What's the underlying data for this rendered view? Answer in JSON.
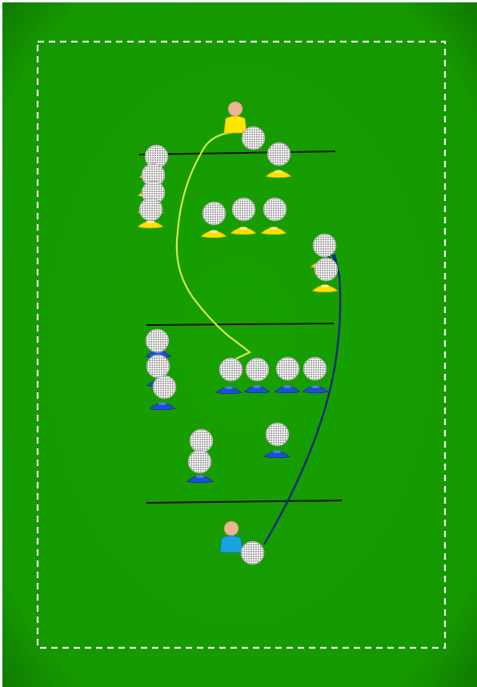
{
  "pitch": {
    "grass_color": "#17a000",
    "grass_edge_color": "#0d6d00",
    "boundary_color": "#ffffff",
    "line_color": "#111111"
  },
  "players": [
    {
      "id": "player-yellow",
      "shirt_color": "#ffe600",
      "skin_color": "#e8b790",
      "team": "yellow"
    },
    {
      "id": "player-blue",
      "shirt_color": "#1aa3e0",
      "skin_color": "#e8b790",
      "team": "blue"
    }
  ],
  "cones": {
    "yellow_color": "#ffe000",
    "blue_color": "#1f4fd6"
  },
  "paths": {
    "yellow_color": "#d8e84a",
    "blue_color": "#0b2a7a"
  },
  "icons": {
    "ball": "soccer-ball-icon",
    "cone": "cone-icon",
    "player": "player-icon"
  }
}
